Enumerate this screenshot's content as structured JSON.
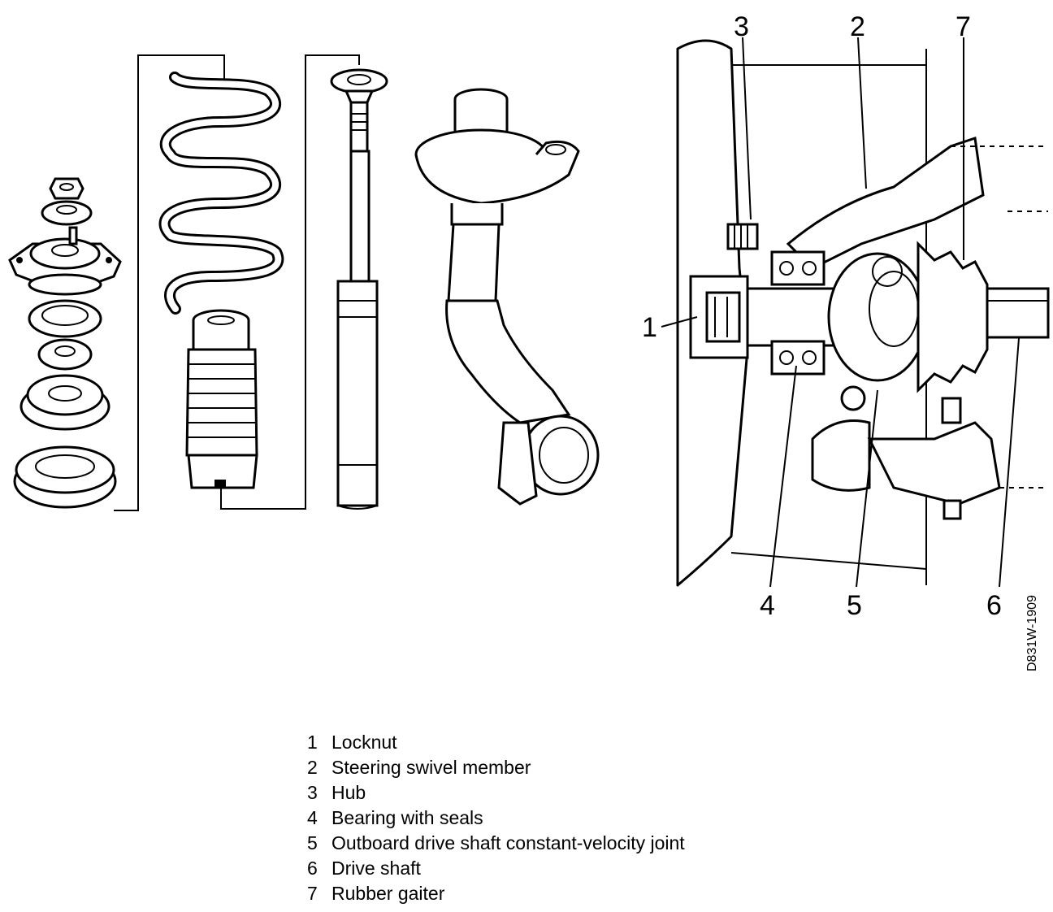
{
  "callouts": [
    "1",
    "2",
    "3",
    "4",
    "5",
    "6",
    "7"
  ],
  "drawing_code": "D831W-1909",
  "legend": [
    {
      "num": "1",
      "text": "Locknut"
    },
    {
      "num": "2",
      "text": "Steering swivel member"
    },
    {
      "num": "3",
      "text": "Hub"
    },
    {
      "num": "4",
      "text": "Bearing with seals"
    },
    {
      "num": "5",
      "text": "Outboard drive shaft constant-velocity joint"
    },
    {
      "num": "6",
      "text": "Drive shaft"
    },
    {
      "num": "7",
      "text": "Rubber gaiter"
    }
  ]
}
